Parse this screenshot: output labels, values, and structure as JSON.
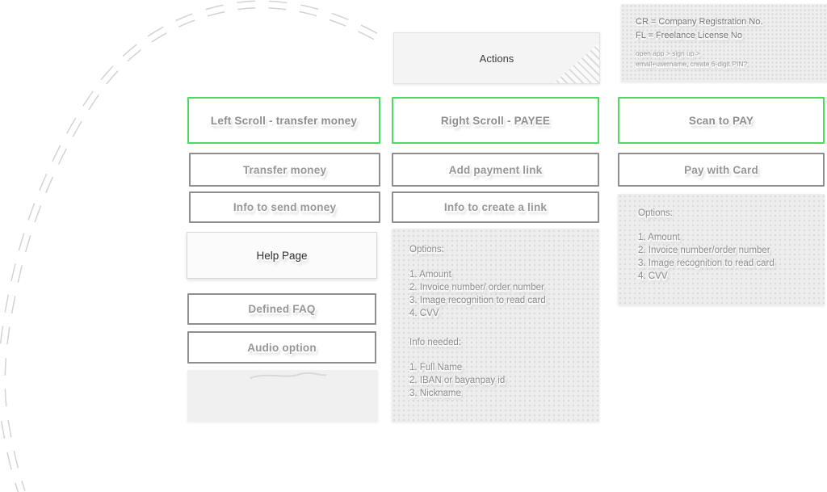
{
  "palette": {
    "green_border": "#4cd964",
    "gray_border": "#8e8e8e",
    "panel_bg": "#ededed",
    "actions_bg": "#f4f4f4",
    "help_bg": "#fbfbfb",
    "text_gray": "#8c8c8c",
    "text_dark": "#3c3c3c",
    "dash_white": "#ffffff"
  },
  "actions_card": {
    "label": "Actions"
  },
  "notes_card": {
    "line1": "CR = Company Registration No.",
    "line2": "FL = Freelance License No",
    "small1": "open app > sign up >",
    "small2": "email+username, create 6-digit PIN?"
  },
  "buttons": {
    "left_scroll": {
      "label": "Left Scroll - transfer money"
    },
    "right_scroll": {
      "label": "Right Scroll - PAYEE"
    },
    "scan_to_pay": {
      "label": "Scan to PAY"
    },
    "transfer_money": {
      "label": "Transfer money"
    },
    "add_payment_link": {
      "label": "Add payment link"
    },
    "pay_with_card": {
      "label": "Pay with Card"
    },
    "info_to_send_money": {
      "label": "Info to send money"
    },
    "info_to_create_link": {
      "label": "Info to create a link"
    },
    "help_page": {
      "label": "Help Page"
    },
    "defined_faq": {
      "label": "Defined FAQ"
    },
    "audio_option": {
      "label": "Audio option"
    }
  },
  "payee_options_panel": {
    "title": "Options:",
    "items": [
      "1. Amount",
      "2. Invoice number/ order number",
      "3. Image recognition to read card",
      "4. CVV"
    ],
    "info_title": "Info needed:",
    "info_items": [
      "1. Full Name",
      "2. IBAN or bayanpay id",
      "3. Nickname"
    ]
  },
  "scan_options_panel": {
    "title": "Options:",
    "items": [
      "1. Amount",
      "2. Invoice number/order number",
      "3. Image recognition to read card",
      "4. CVV"
    ]
  }
}
